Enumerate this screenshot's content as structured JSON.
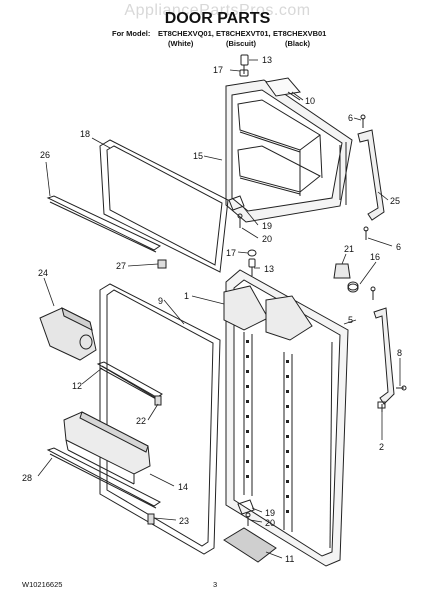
{
  "watermark": "AppliancePartsPros.com",
  "title": "DOOR PARTS",
  "models": {
    "prefix": "For Model:",
    "m1": "ET8CHEXVQ01,",
    "m2": "ET8CHEXVT01,",
    "m3": "ET8CHEXVB01",
    "c1": "(White)",
    "c2": "(Biscuit)",
    "c3": "(Black)"
  },
  "callouts": {
    "n13a": "13",
    "n17a": "17",
    "n10": "10",
    "n6a": "6",
    "n18": "18",
    "n15": "15",
    "n26": "26",
    "n25": "25",
    "n19a": "19",
    "n20a": "20",
    "n17b": "17",
    "n21": "21",
    "n6b": "6",
    "n13b": "13",
    "n16": "16",
    "n24": "24",
    "n27": "27",
    "n1": "1",
    "n9": "9",
    "n5": "5",
    "n8": "8",
    "n12": "12",
    "n22": "22",
    "n2": "2",
    "n28": "28",
    "n14": "14",
    "n19b": "19",
    "n20b": "20",
    "n23": "23",
    "n11": "11"
  },
  "footer": {
    "doc_number": "W10216625",
    "page": "3"
  }
}
